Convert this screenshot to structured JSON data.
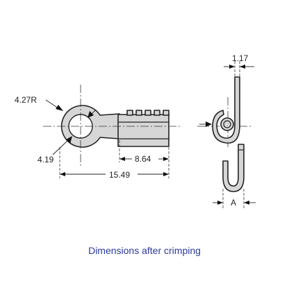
{
  "diagram": {
    "dimensions": {
      "ring_radius": "4.27R",
      "stud_hole": "4.19",
      "barrel_length": "8.64",
      "overall_length": "15.49",
      "material_thickness": "1.17",
      "barrel_width": "A"
    },
    "caption": "Dimensions after crimping",
    "colors": {
      "part_fill": "#d6d6d6",
      "outline": "#222222",
      "caption_text": "#2b3a9a"
    }
  }
}
